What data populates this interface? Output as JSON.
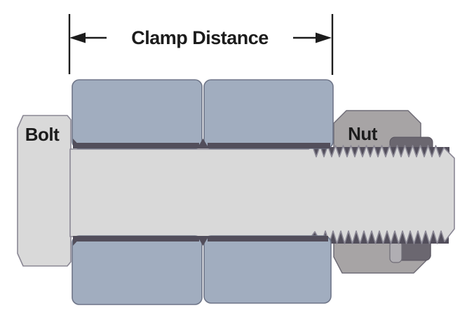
{
  "diagram": {
    "dimension": {
      "label": "Clamp Distance"
    },
    "parts": {
      "bolt": "Bolt",
      "nut": "Nut"
    },
    "colors": {
      "background": "#ffffff",
      "steel_light": "#d9d9d9",
      "steel_outline": "#8a8794",
      "plate_fill": "#a1adbf",
      "plate_outline": "#6e7588",
      "shadow_dark": "#524e5b",
      "nut_fill": "#a7a4a5",
      "nut_outline": "#6f6c76",
      "nut_dark": "#6b6770",
      "nut_tab": "#b0aeb3",
      "text": "#1c1c1c"
    }
  }
}
